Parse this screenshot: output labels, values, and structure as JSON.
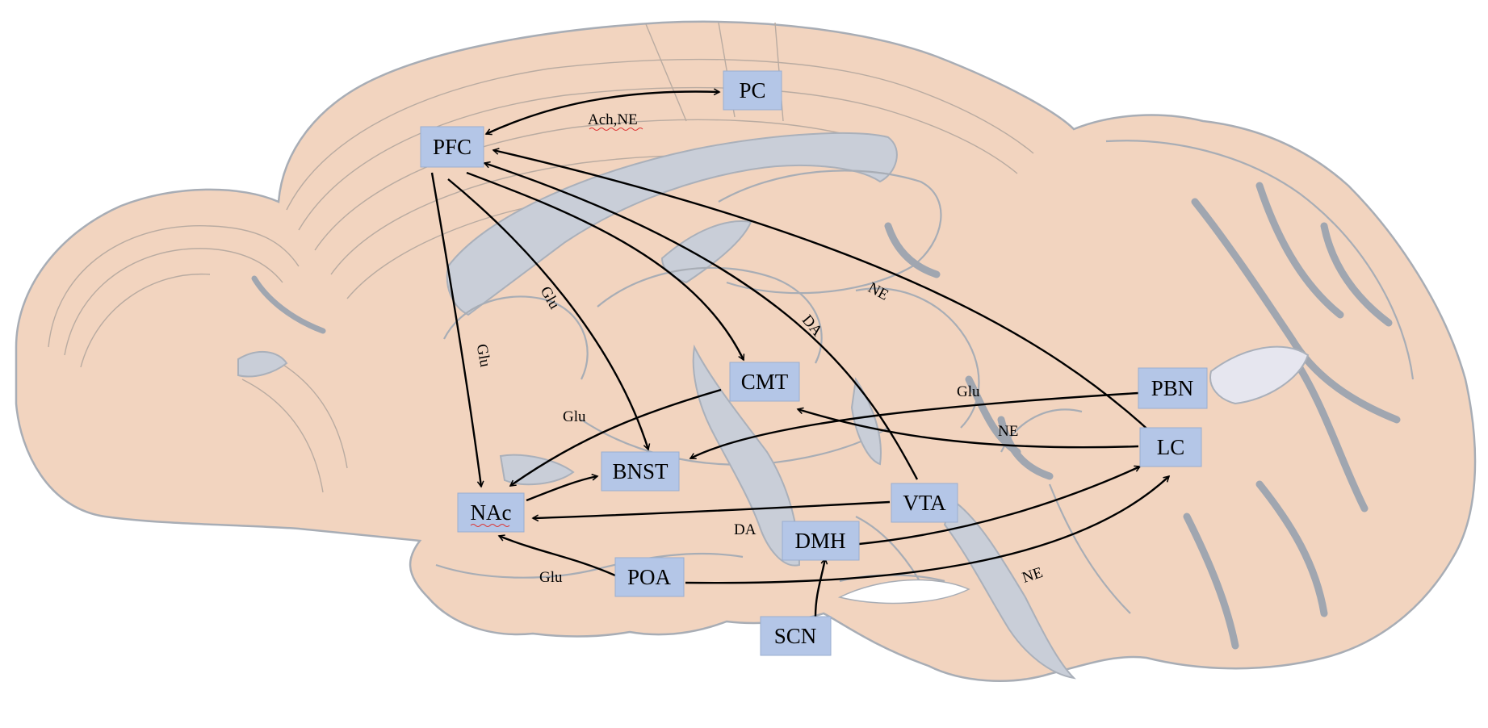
{
  "colors": {
    "tissue": "#f2d4bf",
    "ventricle": "#c9ced8",
    "outline": "#a8adb5",
    "box_fill": "#b4c6e7",
    "arrow": "#000000"
  },
  "regions": {
    "pc": "PC",
    "pfc": "PFC",
    "cmt": "CMT",
    "pbn": "PBN",
    "lc": "LC",
    "bnst": "BNST",
    "nac": "NAc",
    "vta": "VTA",
    "dmh": "DMH",
    "poa": "POA",
    "scn": "SCN"
  },
  "edge_labels": {
    "pfc_pc": "Ach,NE",
    "pfc_bnst": "Glu",
    "pfc_nac": "Glu",
    "vta_pfc": "DA",
    "lc_pfc": "NE",
    "cmt_nac": "Glu",
    "pbn_bnst": "Glu",
    "lc_cmt": "NE",
    "vta_nac": "DA",
    "poa_nac": "Glu",
    "poa_lc": "NE"
  }
}
